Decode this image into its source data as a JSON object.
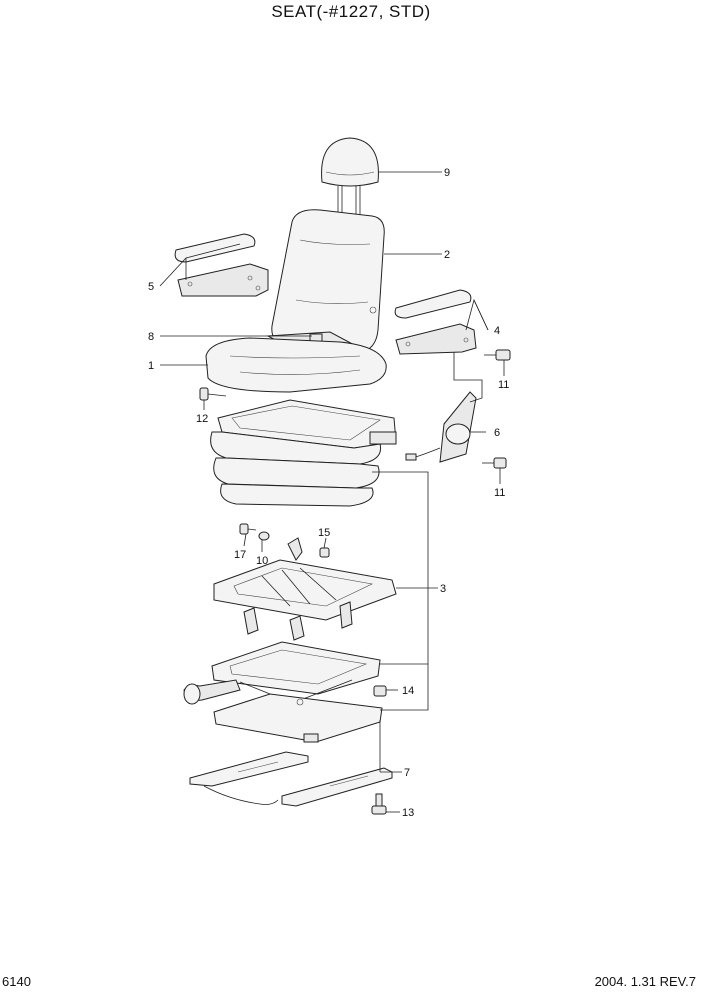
{
  "title": "SEAT(-#1227, STD)",
  "page_number": "6140",
  "revision": "2004. 1.31  REV.7",
  "callouts": {
    "c1": "1",
    "c2": "2",
    "c3": "3",
    "c4": "4",
    "c5": "5",
    "c6": "6",
    "c7": "7",
    "c8": "8",
    "c9": "9",
    "c10": "10",
    "c11a": "11",
    "c11b": "11",
    "c12": "12",
    "c13": "13",
    "c14": "14",
    "c15": "15",
    "c17": "17"
  }
}
